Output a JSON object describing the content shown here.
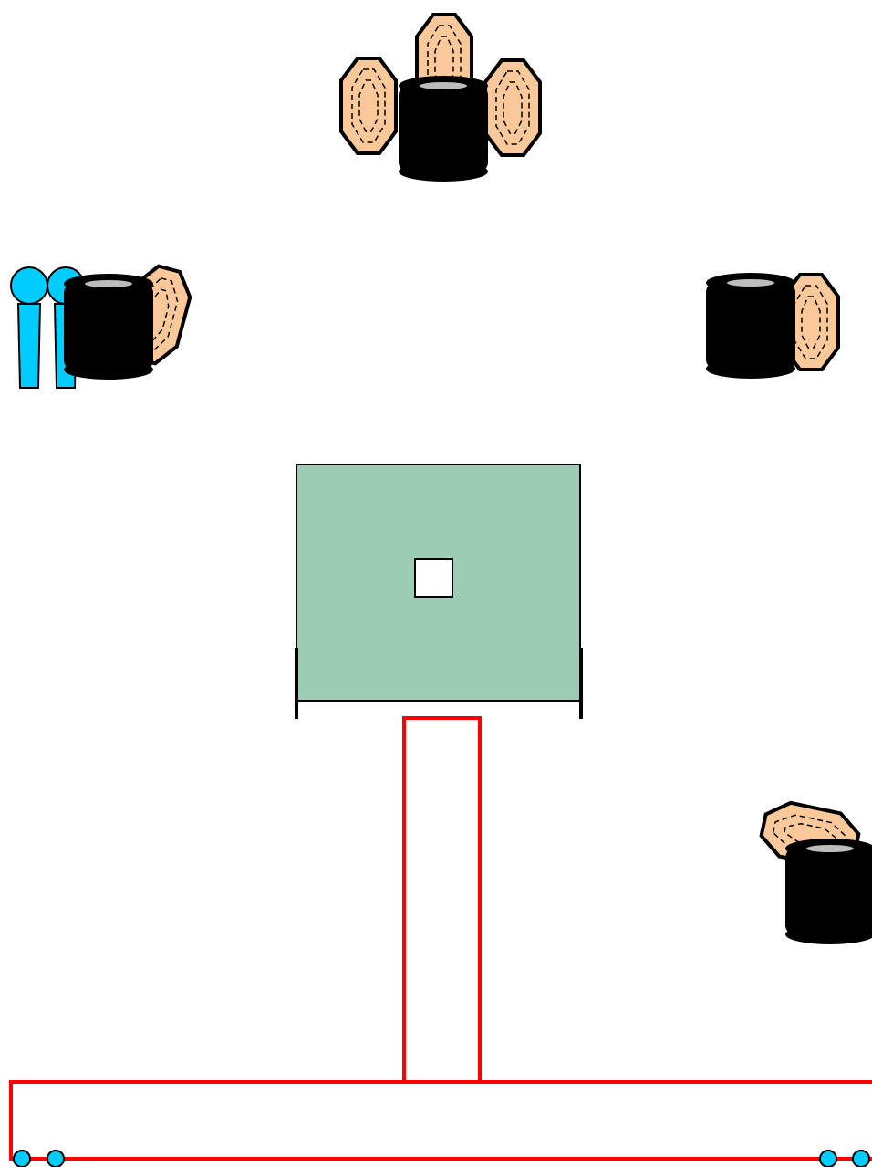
{
  "colors": {
    "background": "#ffffff",
    "target_fill": "#fbc999",
    "barrel_fill": "#000000",
    "barrel_top": "#bdbdbd",
    "popper_fill": "#00ccff",
    "table_fill": "#9dccb5",
    "fault_line": "#ff0000",
    "outline": "#000000"
  },
  "icons": {
    "target": "paper-target-icon",
    "barrel": "barrel-icon",
    "popper": "steel-popper-icon",
    "table": "table-icon",
    "box": "start-box-icon",
    "marker": "fault-line-marker-icon"
  },
  "groups": [
    {
      "name": "target-group-top",
      "targets": 3,
      "barrels": 1
    },
    {
      "name": "target-group-left",
      "targets": 1,
      "barrels": 1,
      "poppers": 2
    },
    {
      "name": "target-group-right",
      "targets": 1,
      "barrels": 1
    },
    {
      "name": "target-group-lower-right",
      "targets": 1,
      "barrels": 1
    }
  ]
}
